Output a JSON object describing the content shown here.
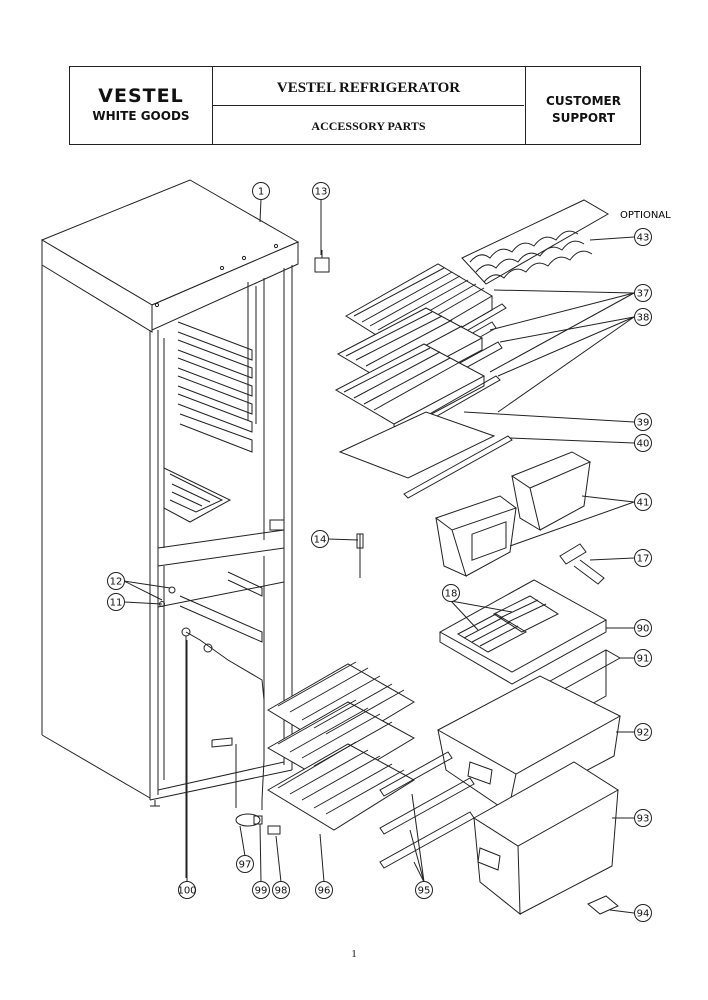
{
  "header": {
    "brand": "VESTEL",
    "brand_sub": "WHITE GOODS",
    "title": "VESTEL REFRIGERATOR",
    "subtitle": "ACCESSORY PARTS",
    "support_line1": "CUSTOMER",
    "support_line2": "SUPPORT"
  },
  "optional_label": "OPTIONAL",
  "callouts": [
    "1",
    "13",
    "43",
    "37",
    "38",
    "39",
    "40",
    "41",
    "17",
    "14",
    "12",
    "11",
    "18",
    "90",
    "91",
    "92",
    "93",
    "94",
    "95",
    "96",
    "97",
    "98",
    "99",
    "100"
  ],
  "page_number": "1"
}
